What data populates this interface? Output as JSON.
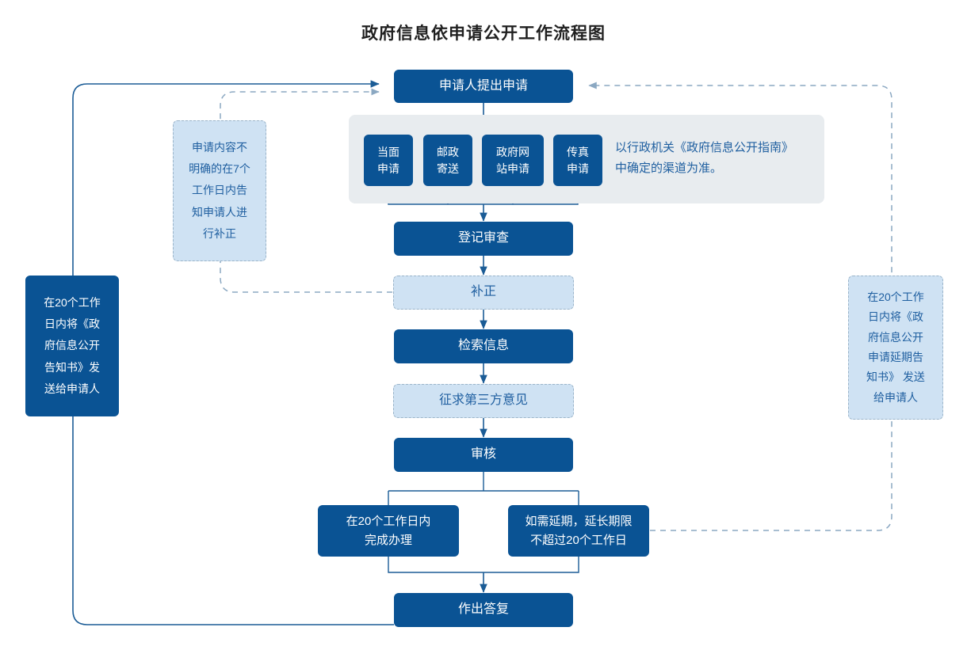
{
  "page": {
    "title": "政府信息依申请公开工作流程图",
    "colors": {
      "primary": "#0a5394",
      "light_fill": "#cfe2f3",
      "light_text": "#1f5fa0",
      "panel": "#e8ecef",
      "dashed_border": "#9bb4c9",
      "background": "#ffffff"
    }
  },
  "flow": {
    "start": {
      "label": "申请人提出申请"
    },
    "channels": {
      "items": [
        {
          "label": "当面\n申请"
        },
        {
          "label": "邮政\n寄送"
        },
        {
          "label": "政府网\n站申请"
        },
        {
          "label": "传真\n申请"
        }
      ],
      "note": "以行政机关《政府信息公开指南》\n中确定的渠道为准。"
    },
    "steps": [
      {
        "label": "登记审查",
        "style": "solid"
      },
      {
        "label": "补正",
        "style": "dashed"
      },
      {
        "label": "检索信息",
        "style": "solid"
      },
      {
        "label": "征求第三方意见",
        "style": "dashed"
      },
      {
        "label": "审核",
        "style": "solid"
      }
    ],
    "branches": [
      {
        "label": "在20个工作日内\n完成办理",
        "style": "solid"
      },
      {
        "label": "如需延期，延长期限\n不超过20个工作日",
        "style": "solid"
      }
    ],
    "end": {
      "label": "作出答复"
    }
  },
  "annotations": {
    "correction_note": {
      "label": "申请内容不\n明确的在7个\n工作日内告\n知申请人进\n行补正"
    },
    "left_notice": {
      "label": "在20个工作\n日内将《政\n府信息公开\n告知书》发\n送给申请人"
    },
    "right_notice": {
      "label": "在20个工作\n日内将《政\n府信息公开\n申请延期告\n知书》 发送\n给申请人"
    }
  }
}
